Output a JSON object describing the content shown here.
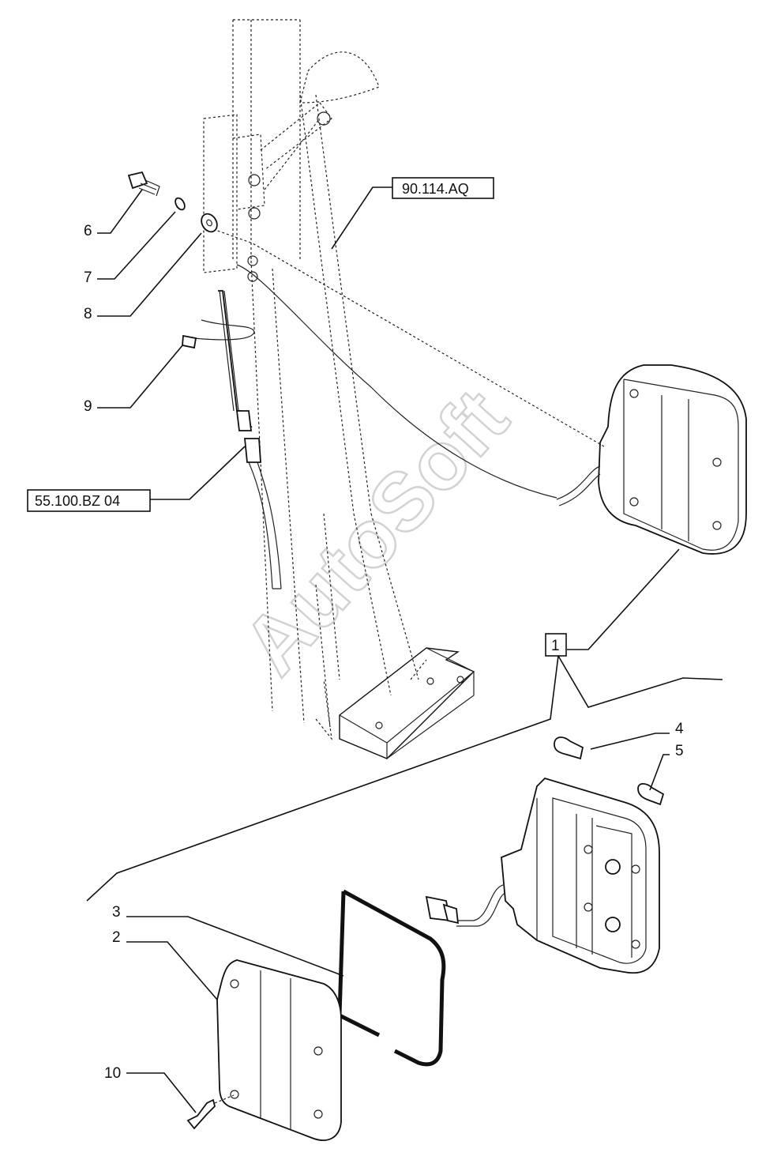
{
  "watermark": "AutoSoft",
  "callouts": {
    "c1": "1",
    "c2": "2",
    "c3": "3",
    "c4": "4",
    "c5": "5",
    "c6": "6",
    "c7": "7",
    "c8": "8",
    "c9": "9",
    "c10": "10"
  },
  "references": {
    "ref_a": "90.114.AQ",
    "ref_b": "55.100.BZ 04"
  }
}
